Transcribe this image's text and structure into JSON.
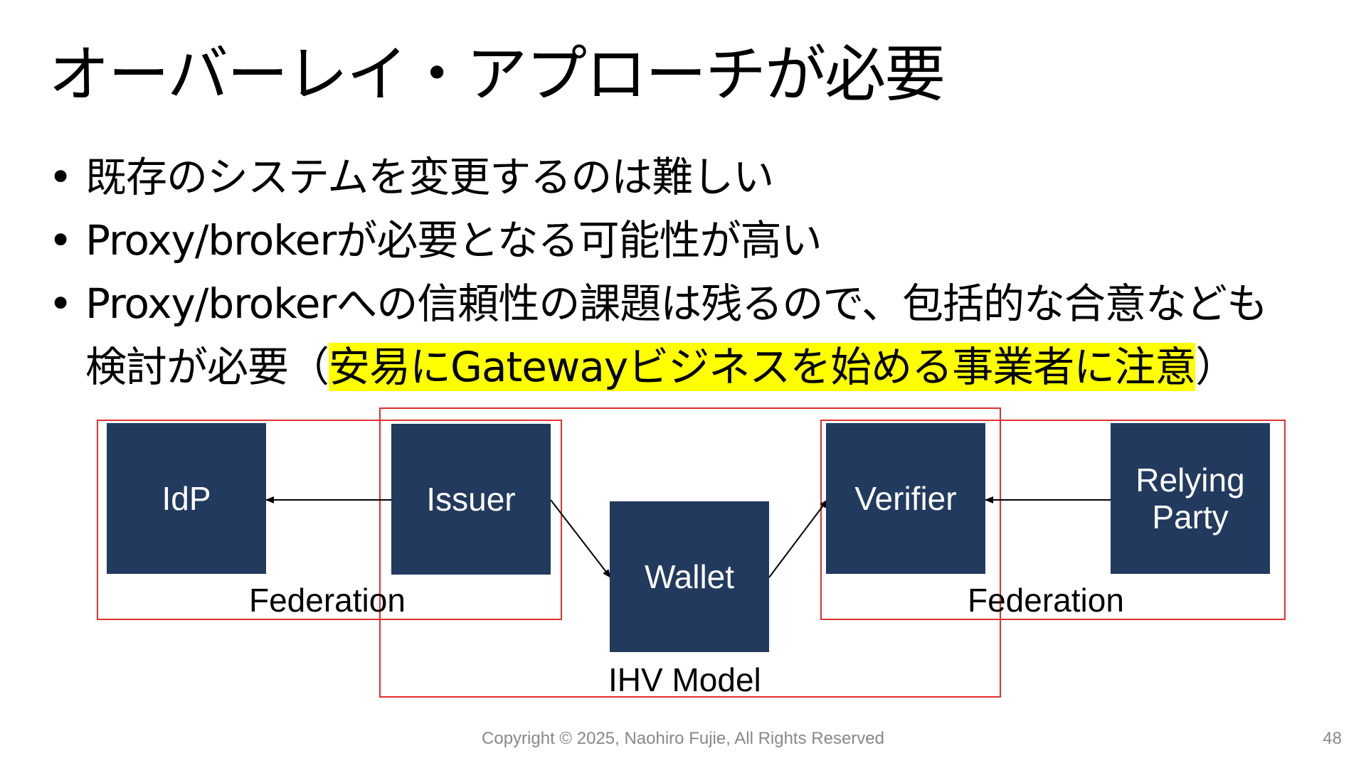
{
  "slide": {
    "title": "オーバーレイ・アプローチが必要",
    "bullets": [
      "既存のシステムを変更するのは難しい",
      "Proxy/brokerが必要となる可能性が高い",
      "Proxy/brokerへの信頼性の課題は残るので、包括的な合意なども"
    ],
    "bullet3_line2_prefix": "検討が必要（",
    "bullet3_line2_highlight": "安易にGatewayビジネスを始める事業者に注意",
    "bullet3_line2_suffix": "）",
    "bullet_marker": "•",
    "highlight_color": "#ffff00"
  },
  "diagram": {
    "nodes": {
      "idp": "IdP",
      "issuer": "Issuer",
      "wallet": "Wallet",
      "verifier": "Verifier",
      "relying_party_line1": "Relying",
      "relying_party_line2": "Party"
    },
    "groups": {
      "left_federation": "Federation",
      "right_federation": "Federation",
      "ihv_model": "IHV Model"
    },
    "edges": [
      {
        "from": "issuer",
        "to": "idp"
      },
      {
        "from": "issuer",
        "to": "wallet"
      },
      {
        "from": "wallet",
        "to": "verifier"
      },
      {
        "from": "relying_party",
        "to": "verifier"
      }
    ],
    "node_color": "#223a5e",
    "group_border_color": "#e03030"
  },
  "footer": {
    "copyright": "Copyright © 2025, Naohiro Fujie, All Rights Reserved",
    "page_number": "48"
  }
}
